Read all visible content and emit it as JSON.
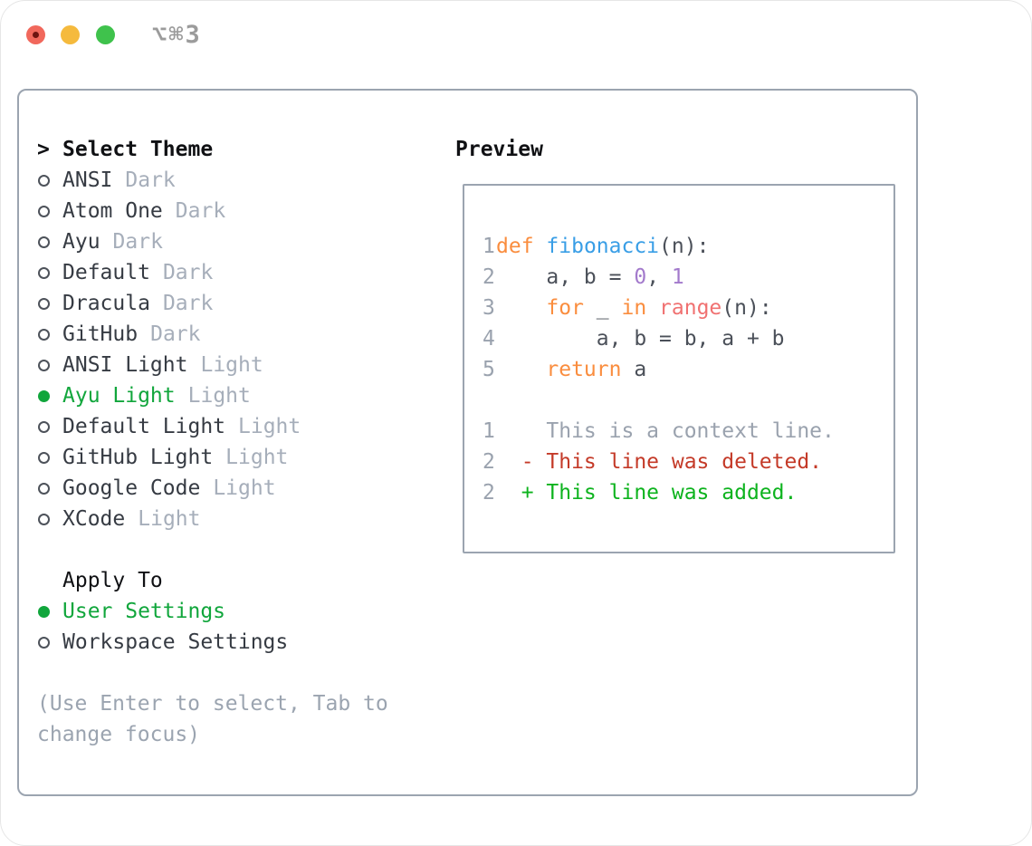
{
  "window": {
    "title": "⌥⌘3"
  },
  "icons": {
    "traffic_lights": [
      "close-button",
      "minimize-button",
      "zoom-button"
    ],
    "prompt": "caret-right",
    "radio_unselected": "hollow-circle",
    "radio_selected": "filled-circle"
  },
  "theme_menu": {
    "prompt": ">",
    "header": "Select Theme",
    "items": [
      {
        "label": "ANSI",
        "variant": "Dark",
        "selected": false
      },
      {
        "label": "Atom One",
        "variant": "Dark",
        "selected": false
      },
      {
        "label": "Ayu",
        "variant": "Dark",
        "selected": false
      },
      {
        "label": "Default",
        "variant": "Dark",
        "selected": false
      },
      {
        "label": "Dracula",
        "variant": "Dark",
        "selected": false
      },
      {
        "label": "GitHub",
        "variant": "Dark",
        "selected": false
      },
      {
        "label": "ANSI Light",
        "variant": "Light",
        "selected": false
      },
      {
        "label": "Ayu Light",
        "variant": "Light",
        "selected": true
      },
      {
        "label": "Default Light",
        "variant": "Light",
        "selected": false
      },
      {
        "label": "GitHub Light",
        "variant": "Light",
        "selected": false
      },
      {
        "label": "Google Code",
        "variant": "Light",
        "selected": false
      },
      {
        "label": "XCode",
        "variant": "Light",
        "selected": false
      }
    ]
  },
  "apply_to": {
    "header": "Apply To",
    "options": [
      {
        "label": "User Settings",
        "selected": true
      },
      {
        "label": "Workspace Settings",
        "selected": false
      }
    ]
  },
  "hint": {
    "lines": [
      "(Use Enter to select, Tab to",
      "change focus)"
    ]
  },
  "preview": {
    "header": "Preview",
    "lines": [
      {
        "num": "1",
        "segments": [
          {
            "t": "def",
            "c": "keyword"
          },
          {
            "t": " "
          },
          {
            "t": "fibonacci",
            "c": "function"
          },
          {
            "t": "(n):"
          }
        ]
      },
      {
        "num": "2",
        "segments": [
          {
            "t": "    a, b = "
          },
          {
            "t": "0",
            "c": "number"
          },
          {
            "t": ", "
          },
          {
            "t": "1",
            "c": "number"
          }
        ]
      },
      {
        "num": "3",
        "segments": [
          {
            "t": "    "
          },
          {
            "t": "for",
            "c": "keyword"
          },
          {
            "t": " _ "
          },
          {
            "t": "in",
            "c": "keyword"
          },
          {
            "t": " "
          },
          {
            "t": "range",
            "c": "builtin"
          },
          {
            "t": "(n):"
          }
        ]
      },
      {
        "num": "4",
        "segments": [
          {
            "t": "        a, b = b, a + b"
          }
        ]
      },
      {
        "num": "5",
        "segments": [
          {
            "t": "    "
          },
          {
            "t": "return",
            "c": "keyword"
          },
          {
            "t": " a"
          }
        ]
      },
      {
        "num": "",
        "segments": []
      },
      {
        "num": "1",
        "kind": "context",
        "segments": [
          {
            "t": "    This is a context line.",
            "c": "context"
          }
        ]
      },
      {
        "num": "2",
        "kind": "deleted",
        "segments": [
          {
            "t": "  - This line was deleted.",
            "c": "deleted"
          }
        ]
      },
      {
        "num": "2",
        "kind": "added",
        "segments": [
          {
            "t": "  + This line was added.",
            "c": "added"
          }
        ]
      }
    ]
  },
  "colors": {
    "keyword": "#fa8d3e",
    "function": "#399ee6",
    "number": "#a37acc",
    "builtin": "#f07171",
    "code-plain": "#4b5059",
    "context": "#9aa2ae",
    "deleted": "#c43a28",
    "added": "#0db31e",
    "line-number": "#9aa2ae",
    "text": "#363b43",
    "header": "#101114",
    "muted": "#a6aeba",
    "hint": "#9ba4b0",
    "green": "#11a63c",
    "border": "#9ba4b0",
    "radio-outline": "#4d525a",
    "title": "#9b9b9b",
    "light-red": "#f1685c",
    "light-red-dot": "#6e1410",
    "light-yellow": "#f5ba3d",
    "light-green": "#3fc24c"
  }
}
